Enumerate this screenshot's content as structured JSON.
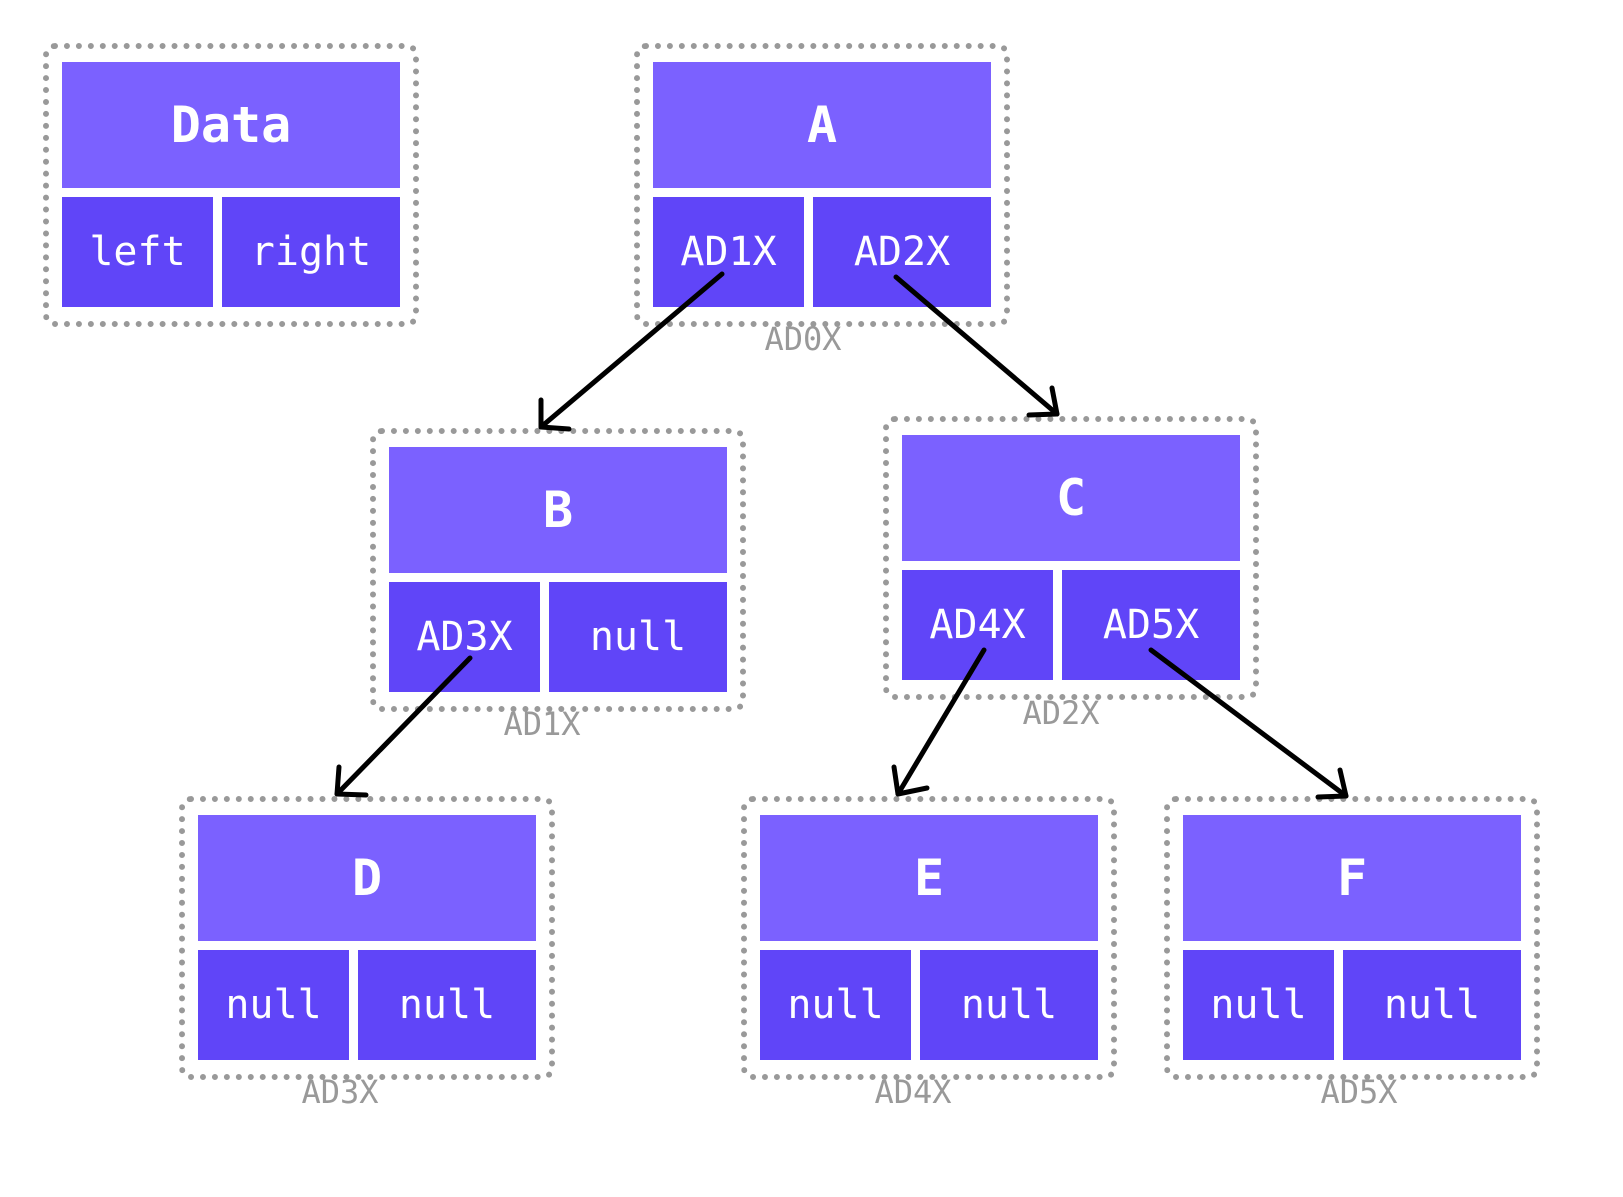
{
  "legend": {
    "data": "Data",
    "left": "left",
    "right": "right"
  },
  "nodes": {
    "A": {
      "data": "A",
      "left": "AD1X",
      "right": "AD2X",
      "address": "AD0X"
    },
    "B": {
      "data": "B",
      "left": "AD3X",
      "right": "null",
      "address": "AD1X"
    },
    "C": {
      "data": "C",
      "left": "AD4X",
      "right": "AD5X",
      "address": "AD2X"
    },
    "D": {
      "data": "D",
      "left": "null",
      "right": "null",
      "address": "AD3X"
    },
    "E": {
      "data": "E",
      "left": "null",
      "right": "null",
      "address": "AD4X"
    },
    "F": {
      "data": "F",
      "left": "null",
      "right": "null",
      "address": "AD5X"
    }
  },
  "edges": [
    {
      "from": "A",
      "side": "left",
      "to": "B"
    },
    {
      "from": "A",
      "side": "right",
      "to": "C"
    },
    {
      "from": "B",
      "side": "left",
      "to": "D"
    },
    {
      "from": "C",
      "side": "left",
      "to": "E"
    },
    {
      "from": "C",
      "side": "right",
      "to": "F"
    }
  ],
  "colors": {
    "data_cell": "#7b61ff",
    "pointer_cell": "#6045f8",
    "frame": "#999999",
    "arrow": "#000000",
    "text": "#ffffff"
  }
}
